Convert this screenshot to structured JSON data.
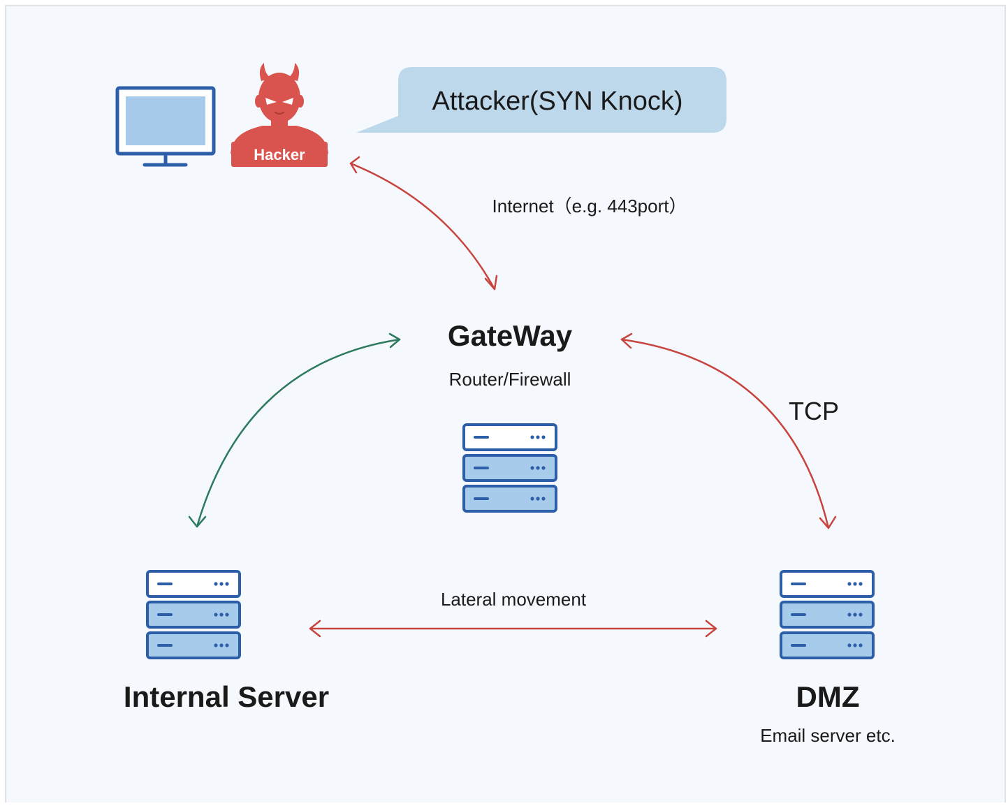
{
  "bubble": {
    "text": "Attacker(SYN Knock)"
  },
  "hacker": {
    "badge": "Hacker",
    "icon": "hacker-icon"
  },
  "links": {
    "internet": "Internet（e.g. 443port）",
    "tcp": "TCP",
    "lateral": "Lateral movement"
  },
  "gateway": {
    "title": "GateWay",
    "subtitle": "Router/Firewall",
    "icon": "server-stack-icon"
  },
  "internal": {
    "title": "Internal Server",
    "icon": "server-stack-icon"
  },
  "dmz": {
    "title": "DMZ",
    "subtitle": "Email server etc.",
    "icon": "server-stack-icon"
  },
  "colors": {
    "background": "#f5f9fd",
    "border": "#d6d9de",
    "attack_arrow": "#c8443e",
    "trusted_arrow": "#2e7a5e",
    "server_outline": "#2d5fa8",
    "server_fill": "#a6cbeb",
    "hacker": "#d9534f",
    "bubble": "#bcd8ea"
  }
}
